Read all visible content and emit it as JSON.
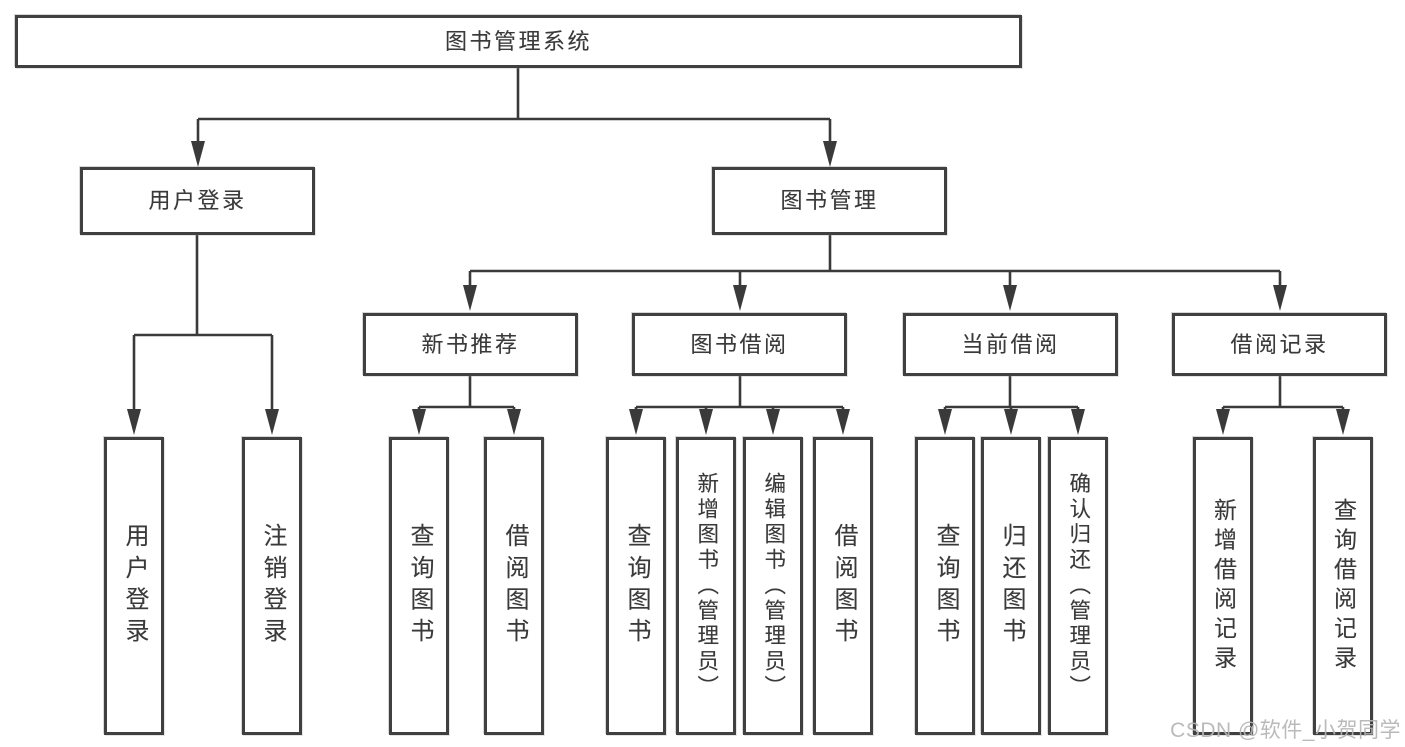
{
  "title": "图书管理系统",
  "tree": {
    "root": {
      "label": "图书管理系统"
    },
    "branches": [
      {
        "label": "用户登录",
        "children": [
          {
            "label": "用户登录"
          },
          {
            "label": "注销登录"
          }
        ]
      },
      {
        "label": "图书管理",
        "sections": [
          {
            "label": "新书推荐",
            "children": [
              {
                "label": "查询图书"
              },
              {
                "label": "借阅图书"
              }
            ]
          },
          {
            "label": "图书借阅",
            "children": [
              {
                "label": "查询图书"
              },
              {
                "label": "新增图书（管理员）"
              },
              {
                "label": "编辑图书（管理员）"
              },
              {
                "label": "借阅图书"
              }
            ]
          },
          {
            "label": "当前借阅",
            "children": [
              {
                "label": "查询图书"
              },
              {
                "label": "归还图书"
              },
              {
                "label": "确认归还（管理员）"
              }
            ]
          },
          {
            "label": "借阅记录",
            "children": [
              {
                "label": "新增借阅记录"
              },
              {
                "label": "查询借阅记录"
              }
            ]
          }
        ]
      }
    ]
  },
  "watermark": {
    "text": "CSDN @软件_小贺同学"
  },
  "colors": {
    "line": "#3a3a3a",
    "box_border": "#404040",
    "text": "#3a3a3a",
    "background": "#ffffff",
    "watermark": "#b5b5b5"
  }
}
